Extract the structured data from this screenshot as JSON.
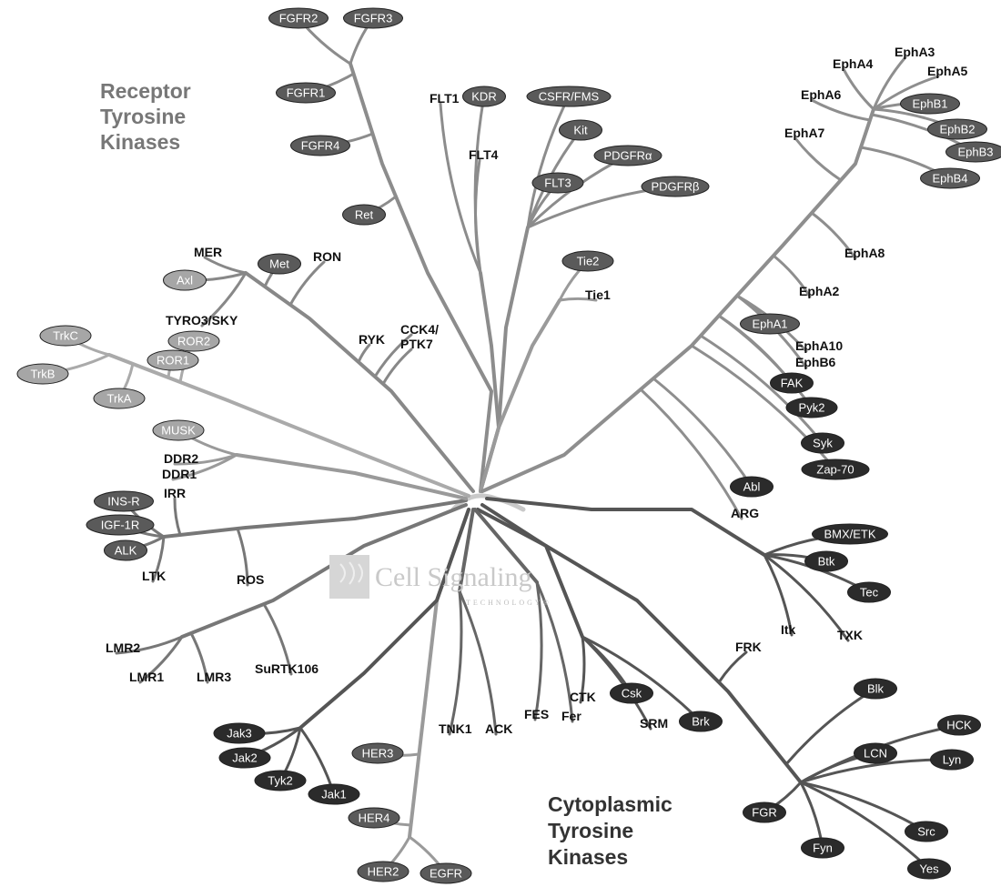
{
  "watermark": {
    "name": "Cell Signaling",
    "sub": "TECHNOLOGY®"
  },
  "groups": {
    "receptor": [
      "Receptor",
      "Tyrosine",
      "Kinases"
    ],
    "cytoplasmic": [
      "Cytoplasmic",
      "Tyrosine",
      "Kinases"
    ]
  },
  "kinases": [
    {
      "label": "FGFR2",
      "style": "pill-dark"
    },
    {
      "label": "FGFR3",
      "style": "pill-dark"
    },
    {
      "label": "FGFR1",
      "style": "pill-dark"
    },
    {
      "label": "FGFR4",
      "style": "pill-dark"
    },
    {
      "label": "Ret",
      "style": "pill-dark"
    },
    {
      "label": "FLT1",
      "style": "plain"
    },
    {
      "label": "KDR",
      "style": "pill-dark"
    },
    {
      "label": "CSFR/FMS",
      "style": "pill-dark"
    },
    {
      "label": "Kit",
      "style": "pill-dark"
    },
    {
      "label": "FLT4",
      "style": "plain"
    },
    {
      "label": "PDGFRα",
      "style": "pill-dark"
    },
    {
      "label": "FLT3",
      "style": "pill-dark"
    },
    {
      "label": "PDGFRβ",
      "style": "pill-dark"
    },
    {
      "label": "Tie2",
      "style": "pill-dark"
    },
    {
      "label": "Tie1",
      "style": "plain"
    },
    {
      "label": "EphA4",
      "style": "plain"
    },
    {
      "label": "EphA3",
      "style": "plain"
    },
    {
      "label": "EphA5",
      "style": "plain"
    },
    {
      "label": "EphA6",
      "style": "plain"
    },
    {
      "label": "EphA7",
      "style": "plain"
    },
    {
      "label": "EphB1",
      "style": "pill-dark"
    },
    {
      "label": "EphB2",
      "style": "pill-dark"
    },
    {
      "label": "EphB3",
      "style": "pill-dark"
    },
    {
      "label": "EphB4",
      "style": "pill-dark"
    },
    {
      "label": "EphA8",
      "style": "plain"
    },
    {
      "label": "EphA2",
      "style": "plain"
    },
    {
      "label": "EphA1",
      "style": "pill-dark"
    },
    {
      "label": "EphA10",
      "style": "plain"
    },
    {
      "label": "EphB6",
      "style": "plain"
    },
    {
      "label": "FAK",
      "style": "pill-black"
    },
    {
      "label": "Pyk2",
      "style": "pill-black"
    },
    {
      "label": "Syk",
      "style": "pill-black"
    },
    {
      "label": "Zap-70",
      "style": "pill-black"
    },
    {
      "label": "Abl",
      "style": "pill-black"
    },
    {
      "label": "ARG",
      "style": "plain"
    },
    {
      "label": "BMX/ETK",
      "style": "pill-black"
    },
    {
      "label": "Btk",
      "style": "pill-black"
    },
    {
      "label": "Tec",
      "style": "pill-black"
    },
    {
      "label": "Itk",
      "style": "plain"
    },
    {
      "label": "TXK",
      "style": "plain"
    },
    {
      "label": "FRK",
      "style": "plain"
    },
    {
      "label": "Blk",
      "style": "pill-black"
    },
    {
      "label": "HCK",
      "style": "pill-black"
    },
    {
      "label": "LCN",
      "style": "pill-black"
    },
    {
      "label": "Lyn",
      "style": "pill-black"
    },
    {
      "label": "FGR",
      "style": "pill-black"
    },
    {
      "label": "Src",
      "style": "pill-black"
    },
    {
      "label": "Fyn",
      "style": "pill-black"
    },
    {
      "label": "Yes",
      "style": "pill-black"
    },
    {
      "label": "CTK",
      "style": "plain"
    },
    {
      "label": "Csk",
      "style": "pill-black"
    },
    {
      "label": "SRM",
      "style": "plain"
    },
    {
      "label": "Brk",
      "style": "pill-black"
    },
    {
      "label": "FES",
      "style": "plain"
    },
    {
      "label": "Fer",
      "style": "plain"
    },
    {
      "label": "TNK1",
      "style": "plain"
    },
    {
      "label": "ACK",
      "style": "plain"
    },
    {
      "label": "HER3",
      "style": "pill-dark"
    },
    {
      "label": "HER4",
      "style": "pill-dark"
    },
    {
      "label": "HER2",
      "style": "pill-dark"
    },
    {
      "label": "EGFR",
      "style": "pill-dark"
    },
    {
      "label": "Jak3",
      "style": "pill-black"
    },
    {
      "label": "Jak2",
      "style": "pill-black"
    },
    {
      "label": "Tyk2",
      "style": "pill-black"
    },
    {
      "label": "Jak1",
      "style": "pill-black"
    },
    {
      "label": "LMR2",
      "style": "plain"
    },
    {
      "label": "LMR1",
      "style": "plain"
    },
    {
      "label": "LMR3",
      "style": "plain"
    },
    {
      "label": "SuRTK106",
      "style": "plain"
    },
    {
      "label": "ALK",
      "style": "pill-dark"
    },
    {
      "label": "LTK",
      "style": "plain"
    },
    {
      "label": "ROS",
      "style": "plain"
    },
    {
      "label": "IGF-1R",
      "style": "pill-dark"
    },
    {
      "label": "INS-R",
      "style": "pill-dark"
    },
    {
      "label": "IRR",
      "style": "plain"
    },
    {
      "label": "DDR1",
      "style": "plain"
    },
    {
      "label": "DDR2",
      "style": "plain"
    },
    {
      "label": "MUSK",
      "style": "pill-light"
    },
    {
      "label": "TrkA",
      "style": "pill-light"
    },
    {
      "label": "TrkB",
      "style": "pill-light"
    },
    {
      "label": "TrkC",
      "style": "pill-light"
    },
    {
      "label": "ROR1",
      "style": "pill-light"
    },
    {
      "label": "ROR2",
      "style": "pill-light"
    },
    {
      "label": "TYRO3/SKY",
      "style": "plain"
    },
    {
      "label": "Axl",
      "style": "pill-light"
    },
    {
      "label": "MER",
      "style": "plain"
    },
    {
      "label": "Met",
      "style": "pill-dark"
    },
    {
      "label": "RON",
      "style": "plain"
    },
    {
      "label": "RYK",
      "style": "plain"
    },
    {
      "label": "CCK4/",
      "style": "plain"
    },
    {
      "label": "PTK7",
      "style": "plain"
    }
  ]
}
